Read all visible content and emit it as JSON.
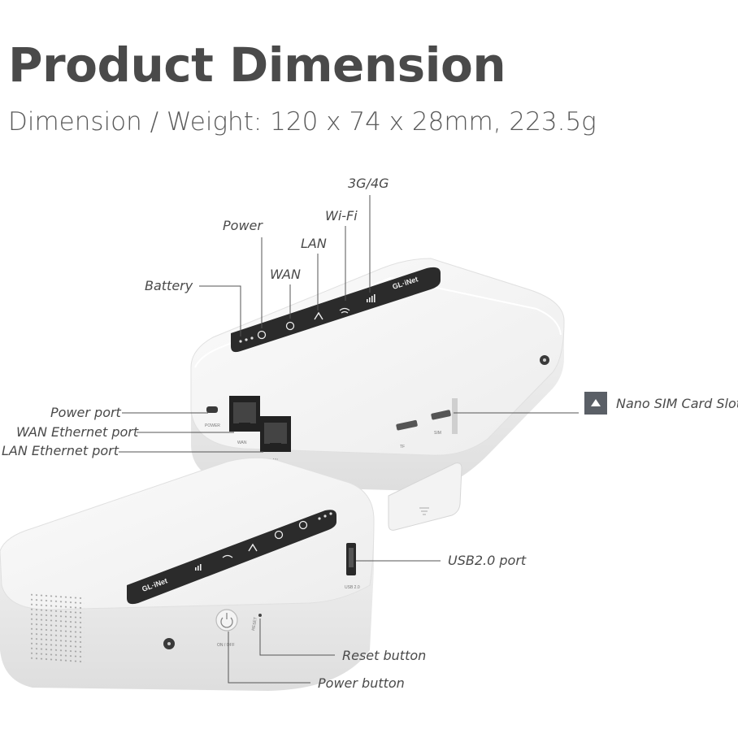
{
  "header": {
    "title": "Product Dimension",
    "subtitle": "Dimension / Weight: 120 x 74 x 28mm, 223.5g"
  },
  "callouts": {
    "signal": "3G/4G",
    "wifi": "Wi-Fi",
    "power": "Power",
    "lan": "LAN",
    "wan": "WAN",
    "battery": "Battery",
    "power_port": "Power port",
    "wan_ethernet_port": "WAN Ethernet port",
    "lan_ethernet_port": "LAN Ethernet port",
    "nano_sim_slot": "Nano SIM Card Slot",
    "usb_port": "USB2.0 port",
    "reset_button": "Reset button",
    "power_button": "Power button"
  },
  "device": {
    "brand": "GL·iNet",
    "port_labels": {
      "power": "POWER",
      "wan": "WAN",
      "lan": "LAN",
      "tf": "TF",
      "sim": "SIM",
      "usb": "USB 2.0",
      "reset": "RESET",
      "on_off": "ON / OFF"
    }
  }
}
